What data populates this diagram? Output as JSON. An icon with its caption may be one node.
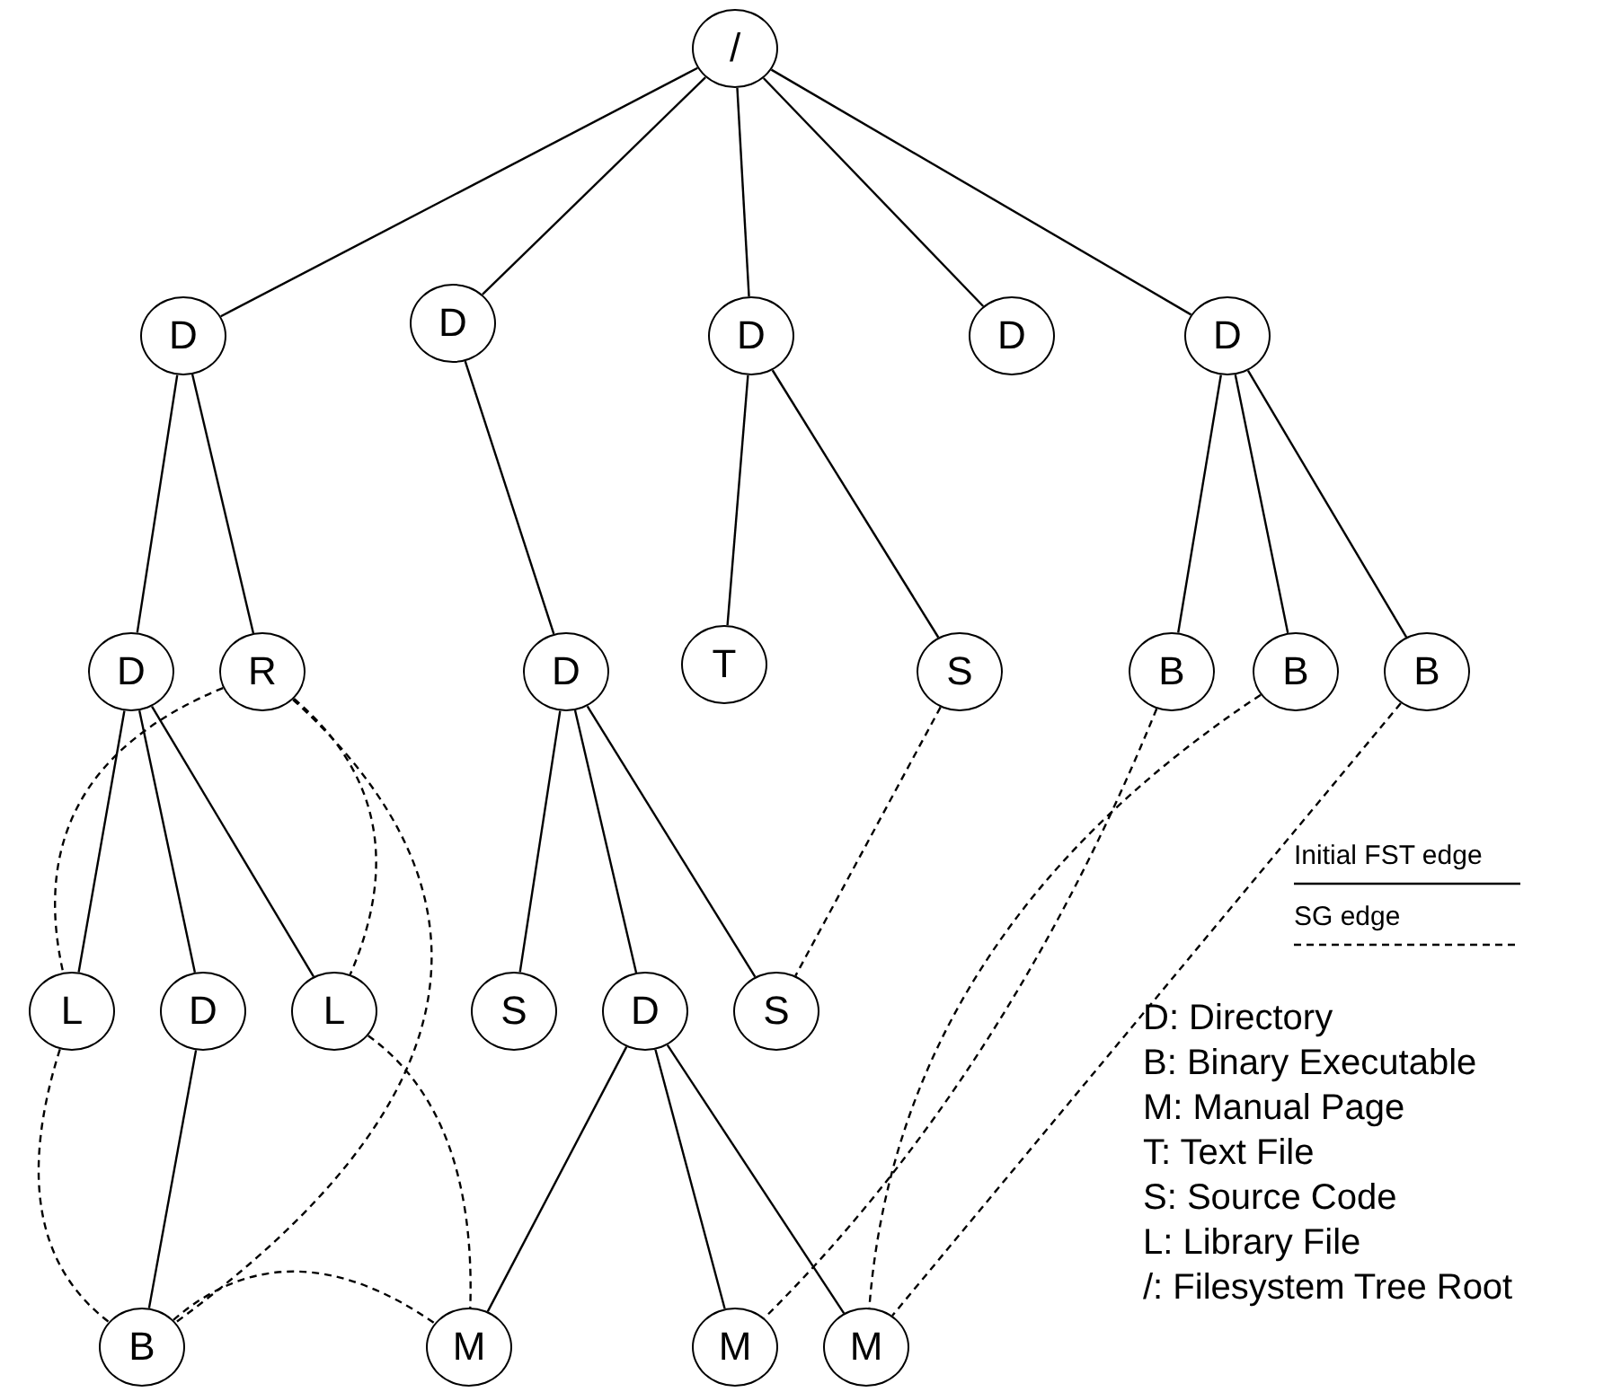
{
  "diagram": {
    "nodes": [
      {
        "text": [
          "/"
        ]
      },
      {
        "text": [
          "D"
        ]
      },
      {
        "text": [
          "D"
        ]
      },
      {
        "text": [
          "D"
        ]
      },
      {
        "text": [
          "D"
        ]
      },
      {
        "text": [
          "D"
        ]
      },
      {
        "text": [
          "D"
        ]
      },
      {
        "text": [
          "R"
        ]
      },
      {
        "text": [
          "D"
        ]
      },
      {
        "text": [
          "T"
        ]
      },
      {
        "text": [
          "S"
        ]
      },
      {
        "text": [
          "B"
        ]
      },
      {
        "text": [
          "B"
        ]
      },
      {
        "text": [
          "B"
        ]
      },
      {
        "text": [
          "L"
        ]
      },
      {
        "text": [
          "D"
        ]
      },
      {
        "text": [
          "L"
        ]
      },
      {
        "text": [
          "S"
        ]
      },
      {
        "text": [
          "D"
        ]
      },
      {
        "text": [
          "S"
        ]
      },
      {
        "text": [
          "B"
        ]
      },
      {
        "text": [
          "M"
        ]
      },
      {
        "text": [
          "M"
        ]
      },
      {
        "text": [
          "M"
        ]
      }
    ],
    "edges": [
      {
        "from": 0,
        "to": 1,
        "arrow": "none"
      },
      {
        "from": 0,
        "to": 2,
        "arrow": "none"
      },
      {
        "from": 0,
        "to": 3,
        "arrow": "none"
      },
      {
        "from": 0,
        "to": 4,
        "arrow": "none"
      },
      {
        "from": 0,
        "to": 5,
        "arrow": "none"
      },
      {
        "from": 1,
        "to": 6,
        "arrow": "none"
      },
      {
        "from": 1,
        "to": 7,
        "arrow": "none"
      },
      {
        "from": 2,
        "to": 8,
        "arrow": "none"
      },
      {
        "from": 3,
        "to": 9,
        "arrow": "none"
      },
      {
        "from": 3,
        "to": 10,
        "arrow": "none"
      },
      {
        "from": 5,
        "to": 11,
        "arrow": "none"
      },
      {
        "from": 5,
        "to": 12,
        "arrow": "none"
      },
      {
        "from": 5,
        "to": 13,
        "arrow": "none"
      },
      {
        "from": 6,
        "to": 14,
        "arrow": "none"
      },
      {
        "from": 6,
        "to": 15,
        "arrow": "none"
      },
      {
        "from": 6,
        "to": 16,
        "arrow": "none"
      },
      {
        "from": 8,
        "to": 17,
        "arrow": "none"
      },
      {
        "from": 8,
        "to": 18,
        "arrow": "none"
      },
      {
        "from": 8,
        "to": 19,
        "arrow": "none"
      },
      {
        "from": 15,
        "to": 20,
        "arrow": "none"
      },
      {
        "from": 18,
        "to": 21,
        "arrow": "none"
      },
      {
        "from": 18,
        "to": 22,
        "arrow": "none"
      },
      {
        "from": 18,
        "to": 23,
        "arrow": "none"
      },
      {
        "from": 7,
        "to": 14,
        "arrow": "none",
        "style": "dashed"
      },
      {
        "from": 7,
        "to": 16,
        "arrow": "none",
        "style": "dashed"
      },
      {
        "from": 7,
        "to": 20,
        "arrow": "none",
        "style": "dashed"
      },
      {
        "from": 14,
        "to": 20,
        "arrow": "none",
        "style": "dashed"
      },
      {
        "from": 16,
        "to": 21,
        "arrow": "none",
        "style": "dashed"
      },
      {
        "from": 20,
        "to": 21,
        "arrow": "none",
        "style": "dashed"
      },
      {
        "from": 10,
        "to": 19,
        "arrow": "none",
        "style": "dashed"
      },
      {
        "from": 11,
        "to": 22,
        "arrow": "none",
        "style": "dashed"
      },
      {
        "from": 12,
        "to": 23,
        "arrow": "none",
        "style": "dashed"
      },
      {
        "from": 13,
        "to": 23,
        "arrow": "none",
        "style": "dashed"
      }
    ],
    "labels": [
      "D: Directory",
      "B: Binary Executable",
      "M: Manual Page",
      "T: Text File",
      "S: Source Code",
      "L: Library File",
      "/: Filesystem Tree Root"
    ],
    "legend": [
      {
        "text": "Initial FST edge"
      },
      {
        "text": "SG edge"
      }
    ]
  }
}
